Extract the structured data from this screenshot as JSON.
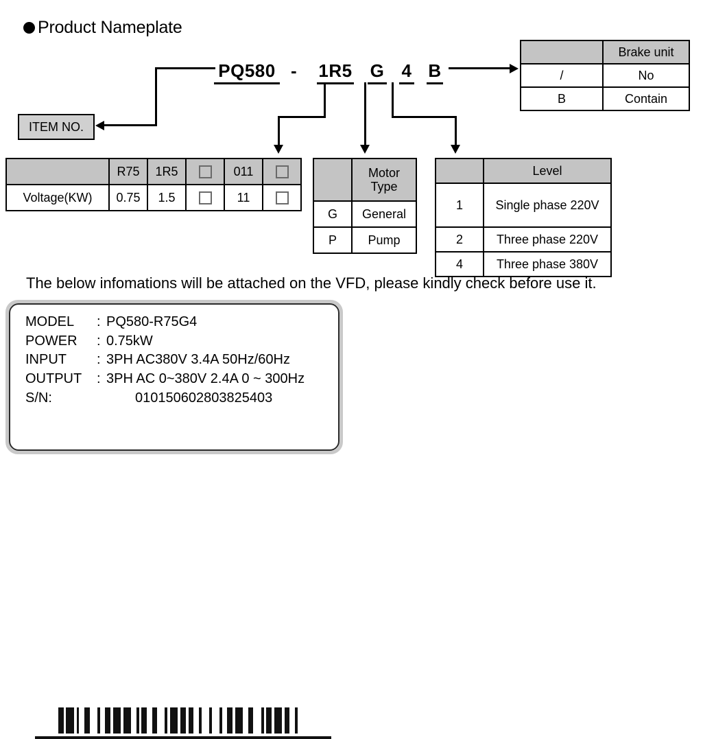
{
  "title": {
    "text": "Product Nameplate",
    "bullet_icon": "filled-circle-bullet"
  },
  "model_code": {
    "segments": [
      {
        "id": "series",
        "text": "PQ580"
      },
      {
        "id": "power",
        "text": "1R5"
      },
      {
        "id": "motor",
        "text": "G"
      },
      {
        "id": "level",
        "text": "4"
      },
      {
        "id": "brake",
        "text": "B"
      }
    ],
    "separator": "-"
  },
  "item_no": {
    "label": "ITEM NO.",
    "fill_color": "#d0d0d0"
  },
  "tables": {
    "brake": {
      "headers": [
        "",
        "Brake unit"
      ],
      "rows": [
        [
          "/",
          "No"
        ],
        [
          "B",
          "Contain"
        ]
      ]
    },
    "kw": {
      "headers": [
        "",
        "R75",
        "1R5",
        "□",
        "011",
        "□"
      ],
      "rows": [
        [
          "Voltage(KW)",
          "0.75",
          "1.5",
          "□",
          "11",
          "□"
        ]
      ]
    },
    "motor": {
      "headers": [
        "",
        "Motor Type"
      ],
      "rows": [
        [
          "G",
          "General"
        ],
        [
          "P",
          "Pump"
        ]
      ]
    },
    "level": {
      "headers": [
        "",
        "Level"
      ],
      "rows": [
        [
          "1",
          "Single phase 220V"
        ],
        [
          "2",
          "Three phase 220V"
        ],
        [
          "4",
          "Three phase 380V"
        ]
      ]
    }
  },
  "notice": "The below infomations will be attached on the VFD, please kindly check before use it.",
  "nameplate": {
    "rows": [
      {
        "key": "MODEL",
        "colon": ":",
        "value": "PQ580-R75G4"
      },
      {
        "key": "POWER",
        "colon": ":",
        "value": "0.75kW"
      },
      {
        "key": "INPUT",
        "colon": ":",
        "value": "3PH AC380V  3.4A  50Hz/60Hz"
      },
      {
        "key": "OUTPUT",
        "colon": ":",
        "value": "3PH AC 0~380V  2.4A  0 ~ 300Hz"
      }
    ],
    "serial": {
      "key": "S/N:",
      "value": "010150602803825403"
    },
    "barcode_pattern": "2131122312213132112223113121221313122132231121312213"
  },
  "colors": {
    "header_fill": "#c4c4c4",
    "item_fill": "#d0d0d0",
    "line": "#000000"
  }
}
